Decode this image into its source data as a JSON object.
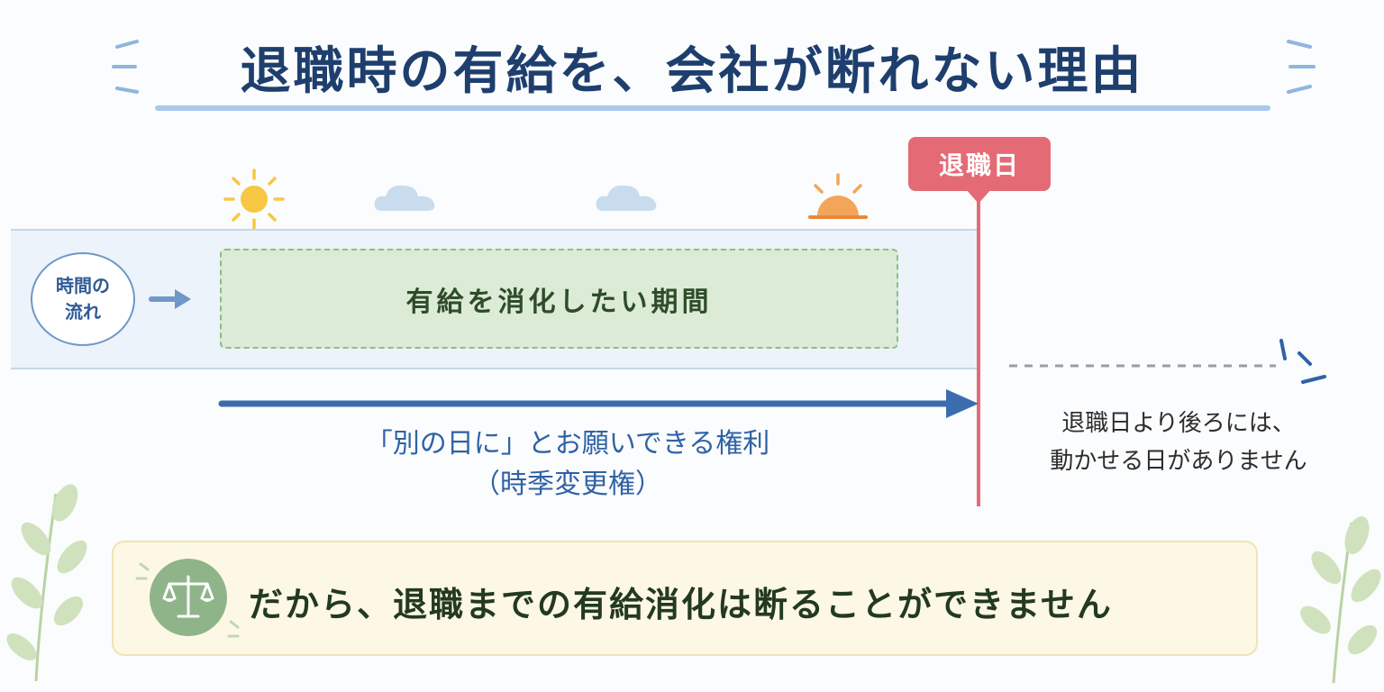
{
  "title": "退職時の有給を、会社が断れない理由",
  "timeline": {
    "flow_label": "時間の流れ",
    "leave_period_label": "有給を消化したい期間",
    "retirement_label": "退職日"
  },
  "right_note": {
    "line1": "退職日より後ろには、",
    "line2": "動かせる日がありません"
  },
  "rights": {
    "line1": "「別の日に」とお願いできる権利",
    "line2": "（時季変更権）"
  },
  "conclusion": "だから、退職までの有給消化は断ることができません",
  "colors": {
    "title": "#1e3f6e",
    "accent_blue": "#2f62a5",
    "retire_red": "#e46b76",
    "leave_green": "#dcebd6",
    "conclusion_bg": "#fdf8e6"
  },
  "icons": [
    "sun-icon",
    "cloud-icon",
    "sunset-icon",
    "arrow-right-icon",
    "scale-icon",
    "leaf-icon"
  ]
}
